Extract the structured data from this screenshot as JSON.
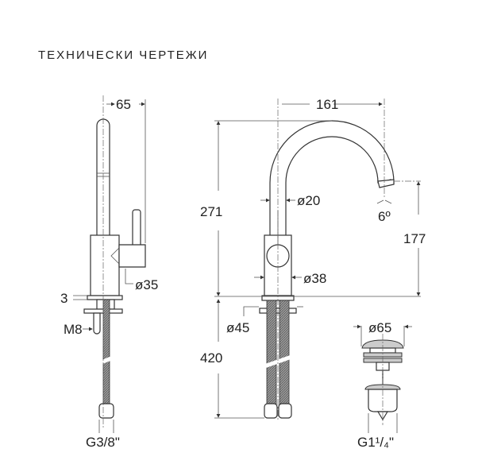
{
  "title": "ТЕХНИЧЕСКИ ЧЕРТЕЖИ",
  "side_view": {
    "width_dim": "65",
    "handle_diameter": "ø35",
    "flange_thickness": "3",
    "stud_thread": "M8",
    "hose_connection": "G3/8\""
  },
  "front_view": {
    "spout_reach": "161",
    "total_height": "271",
    "spout_diameter": "ø20",
    "spout_angle": "6º",
    "outlet_height": "177",
    "body_diameter": "ø38",
    "hole_diameter": "ø45",
    "hose_length": "420"
  },
  "drain": {
    "cap_diameter": "ø65",
    "thread": "G1¹/₄\""
  }
}
